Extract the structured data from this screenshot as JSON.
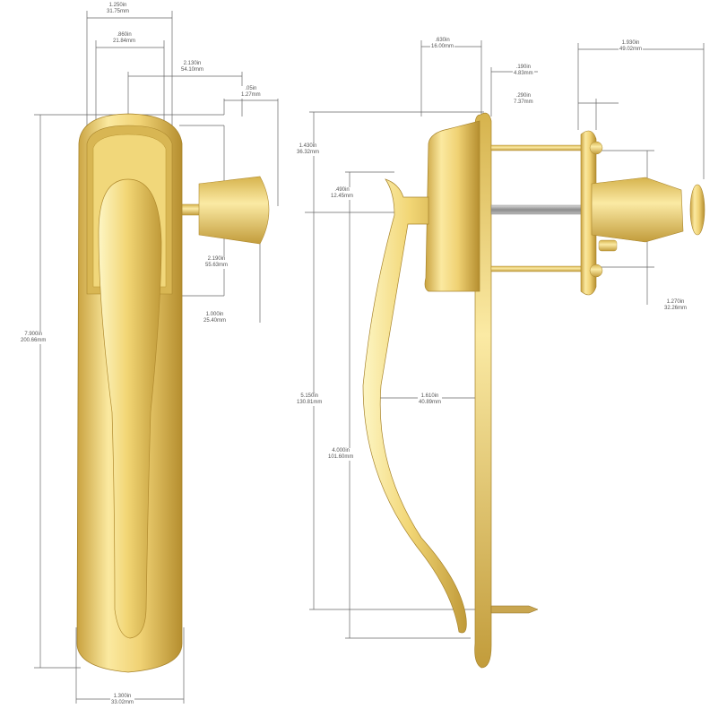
{
  "colors": {
    "brass": "#e2c25c",
    "brass_light": "#fdf3b5",
    "brass_dark": "#b08a2e",
    "dimension_line": "#555555",
    "steel": "#9a9a9a"
  },
  "front_view": {
    "dimensions": {
      "width_top": {
        "imperial": "1.250in",
        "metric": "31.75mm"
      },
      "width_inner": {
        "imperial": ".860in",
        "metric": "21.84mm"
      },
      "offset_spindle": {
        "imperial": "2.130in",
        "metric": "54.10mm"
      },
      "knob_dia": {
        "imperial": ".05in",
        "metric": "1.27mm"
      },
      "spindle_pos": {
        "imperial": "2.190in",
        "metric": "55.63mm"
      },
      "knob_len": {
        "imperial": "1.000in",
        "metric": "25.40mm"
      },
      "overall_height": {
        "imperial": "7.900in",
        "metric": "200.66mm"
      },
      "bottom_width": {
        "imperial": "1.300in",
        "metric": "33.02mm"
      }
    }
  },
  "side_view": {
    "dimensions": {
      "plate_depth": {
        "imperial": ".630in",
        "metric": "16.00mm"
      },
      "gap": {
        "imperial": ".190in",
        "metric": "4.83mm"
      },
      "overall_depth": {
        "imperial": "1.930in",
        "metric": "49.02mm"
      },
      "ring_gap": {
        "imperial": ".290in",
        "metric": "7.37mm"
      },
      "top_offset": {
        "imperial": "1.430in",
        "metric": "36.32mm"
      },
      "lever_top": {
        "imperial": ".490in",
        "metric": "12.45mm"
      },
      "lever_projection": {
        "imperial": "1.610in",
        "metric": "40.89mm"
      },
      "screw_center": {
        "imperial": "1.270in",
        "metric": "32.26mm"
      },
      "lever_height": {
        "imperial": "5.150in",
        "metric": "130.81mm"
      },
      "lever_length": {
        "imperial": "4.000in",
        "metric": "101.60mm"
      }
    }
  }
}
